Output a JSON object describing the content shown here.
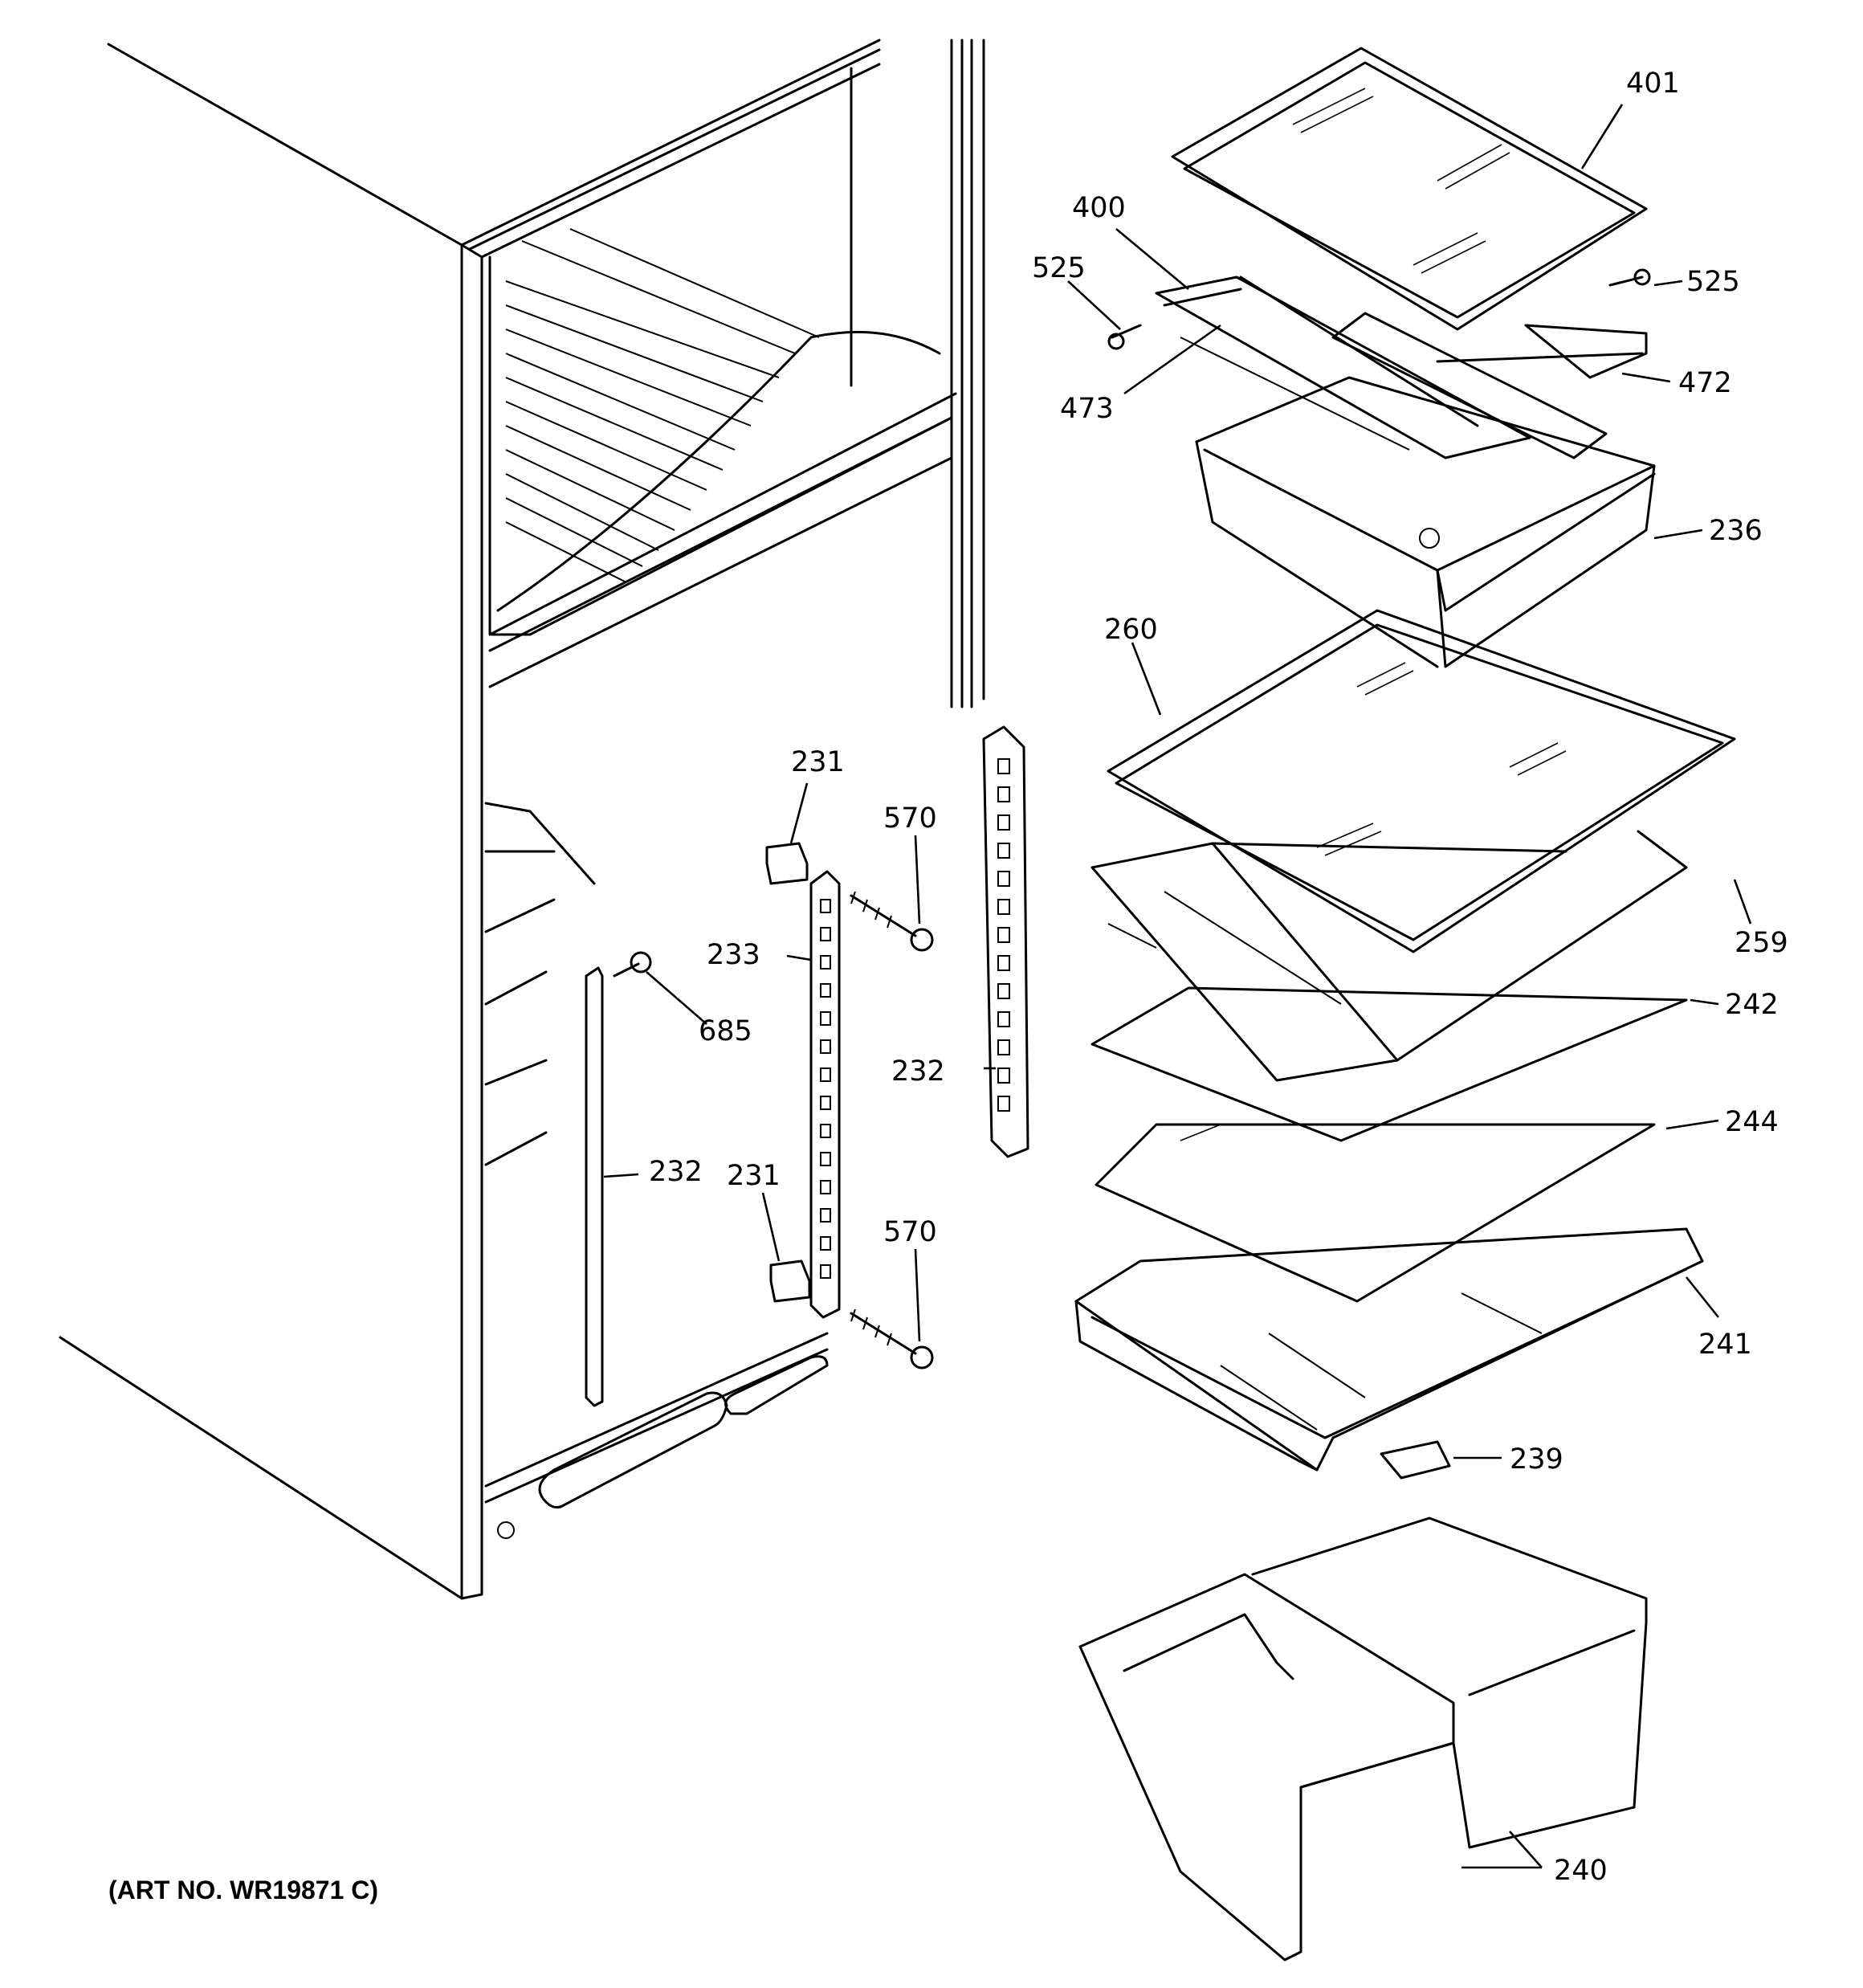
{
  "art_number": "(ART NO. WR19871 C)",
  "callouts": {
    "c401": "401",
    "c400": "400",
    "c525_left": "525",
    "c525_right": "525",
    "c472": "472",
    "c473": "473",
    "c236": "236",
    "c260": "260",
    "c259": "259",
    "c242": "242",
    "c244": "244",
    "c241": "241",
    "c239": "239",
    "c240": "240",
    "c231_top": "231",
    "c231_bottom": "231",
    "c570_top": "570",
    "c570_bottom": "570",
    "c233": "233",
    "c232_center": "232",
    "c232_left": "232",
    "c685": "685"
  }
}
